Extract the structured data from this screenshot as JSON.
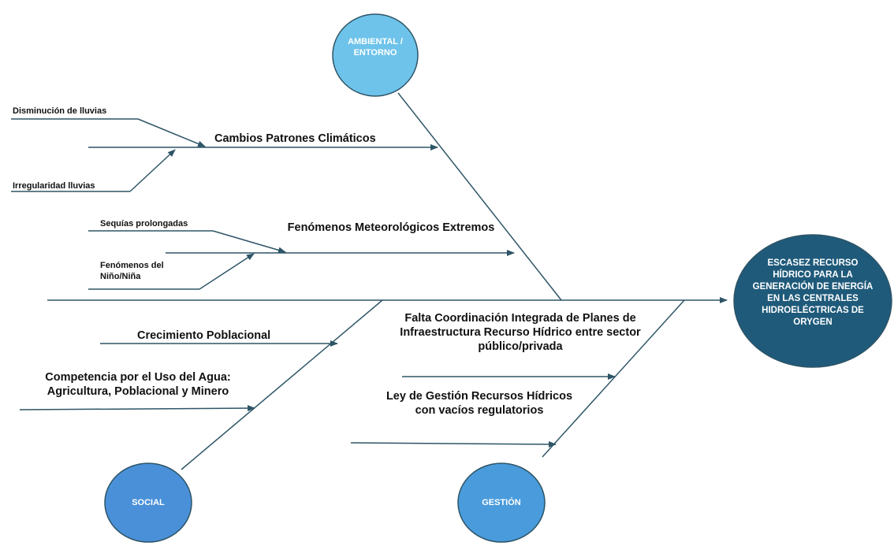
{
  "categories": {
    "ambiental": "AMBIENTAL / ENTORNO",
    "social": "SOCIAL",
    "gestion": "GESTIÓN"
  },
  "effect": "ESCASEZ RECURSO HÍDRICO PARA LA GENERACIÓN DE ENERGÍA EN LAS CENTRALES HIDROELÉCTRICAS DE ORYGEN",
  "causes": {
    "cambios": {
      "label": "Cambios Patrones Climáticos",
      "sub": [
        "Disminución de lluvias",
        "Irregularidad lluvias"
      ]
    },
    "fenomenos": {
      "label": "Fenómenos Meteorológicos Extremos",
      "sub": [
        "Sequías prolongadas",
        "Fenómenos del Niño/Niña"
      ]
    },
    "crecimiento": {
      "label": "Crecimiento Poblacional"
    },
    "competencia": {
      "label": "Competencia por el Uso del Agua: Agricultura, Poblacional y Minero"
    },
    "coordinacion": {
      "label": "Falta Coordinación Integrada de Planes de Infraestructura Recurso Hídrico entre sector público/privada"
    },
    "ley": {
      "label": "Ley de Gestión Recursos Hídricos con vacíos regulatorios"
    }
  },
  "colors": {
    "line": "#2e5567",
    "ambiental": "#6ec3ea",
    "social": "#4a90d9",
    "gestion": "#4a9bdc",
    "effect": "#1f5a7a"
  }
}
